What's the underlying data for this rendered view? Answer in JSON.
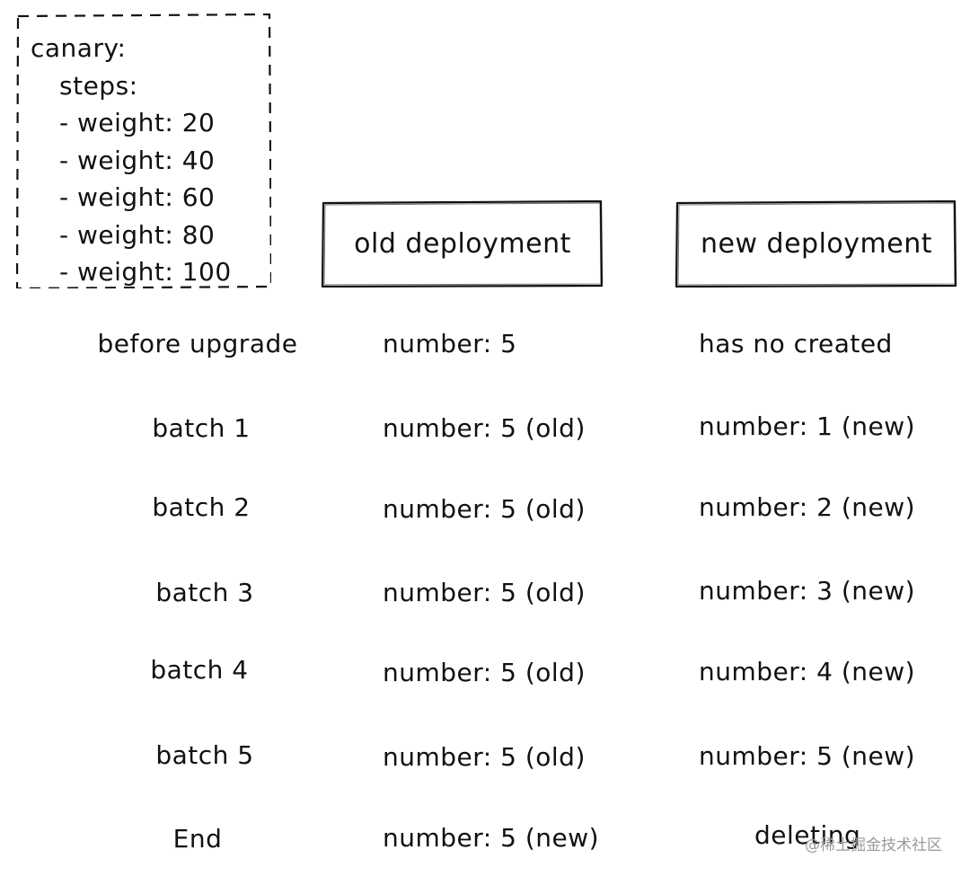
{
  "config": {
    "lines": [
      "canary:",
      "steps:",
      "- weight: 20",
      "- weight: 40",
      "- weight: 60",
      "- weight: 80",
      "- weight: 100"
    ]
  },
  "headers": {
    "old": "old deployment",
    "new": "new deployment"
  },
  "rows": [
    {
      "stage": "before upgrade",
      "old": "number: 5",
      "new": "has no created"
    },
    {
      "stage": "batch 1",
      "old": "number: 5 (old)",
      "new": "number: 1 (new)"
    },
    {
      "stage": "batch 2",
      "old": "number: 5 (old)",
      "new": "number: 2 (new)"
    },
    {
      "stage": "batch 3",
      "old": "number: 5 (old)",
      "new": "number: 3 (new)"
    },
    {
      "stage": "batch 4",
      "old": "number: 5 (old)",
      "new": "number: 4 (new)"
    },
    {
      "stage": "batch 5",
      "old": "number: 5 (old)",
      "new": "number: 5 (new)"
    },
    {
      "stage": "End",
      "old": "number: 5 (new)",
      "new": "deleting"
    }
  ],
  "watermark": "@稀土掘金技术社区"
}
